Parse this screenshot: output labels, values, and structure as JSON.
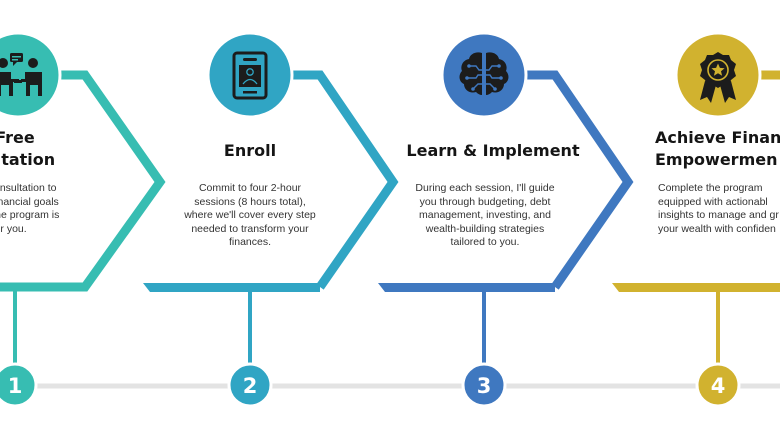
{
  "colors": {
    "step1": "#37bdb2",
    "step2": "#30a5c4",
    "step3": "#3f78c0",
    "step4": "#d1b22f",
    "timeline": "#e3e3e3",
    "icon_dark": "#1c1c1c"
  },
  "steps": [
    {
      "number": "1",
      "title": "Free\nsultation",
      "description": "a consultation to\nur financial goals\nre the program is\nht for you.",
      "icon": "consultation-icon"
    },
    {
      "number": "2",
      "title": "Enroll",
      "description": "Commit to four 2-hour\nsessions (8 hours total),\nwhere we'll cover every step\nneeded to transform your\nfinances.",
      "icon": "id-badge-icon"
    },
    {
      "number": "3",
      "title": "Learn & Implement",
      "description": "During each session, I'll guide\nyou through budgeting, debt\nmanagement, investing, and\nwealth-building strategies\ntailored to you.",
      "icon": "brain-circuit-icon"
    },
    {
      "number": "4",
      "title": "Achieve Financ\nEmpowermen",
      "description": "Complete the program\nequipped with actionabl\ninsights to manage and gr\nyour wealth with confiden",
      "icon": "award-ribbon-icon"
    }
  ]
}
